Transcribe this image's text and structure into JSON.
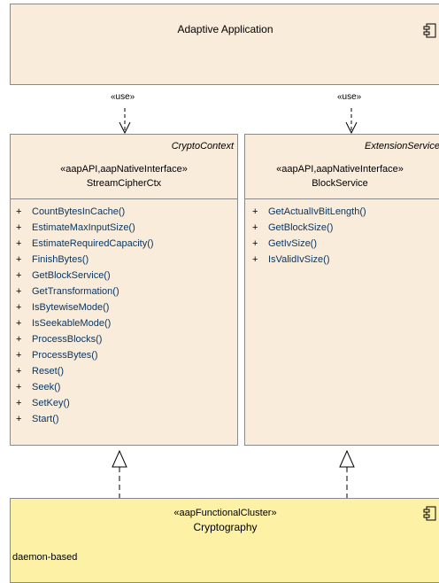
{
  "adaptive_application": {
    "name": "Adaptive Application",
    "icon": "component-icon"
  },
  "use_label": "«use»",
  "stream_cipher": {
    "abstract_parent": "CryptoContext",
    "stereotype": "«aapAPI,aapNativeInterface»",
    "name": "StreamCipherCtx",
    "operations": [
      "CountBytesInCache()",
      "EstimateMaxInputSize()",
      "EstimateRequiredCapacity()",
      "FinishBytes()",
      "GetBlockService()",
      "GetTransformation()",
      "IsBytewiseMode()",
      "IsSeekableMode()",
      "ProcessBlocks()",
      "ProcessBytes()",
      "Reset()",
      "Seek()",
      "SetKey()",
      "Start()"
    ]
  },
  "block_service": {
    "abstract_parent": "ExtensionService",
    "stereotype": "«aapAPI,aapNativeInterface»",
    "name": "BlockService",
    "operations": [
      "GetActualIvBitLength()",
      "GetBlockSize()",
      "GetIvSize()",
      "IsValidIvSize()"
    ]
  },
  "cryptography": {
    "stereotype": "«aapFunctionalCluster»",
    "name": "Cryptography",
    "attribute": "daemon-based",
    "icon": "component-icon"
  },
  "visibility_symbol": "+",
  "colors": {
    "class_fill": "#f9ecdb",
    "cluster_fill": "#fdf1a6",
    "border": "#8a8a8a",
    "operation_text": "#0b3660"
  }
}
